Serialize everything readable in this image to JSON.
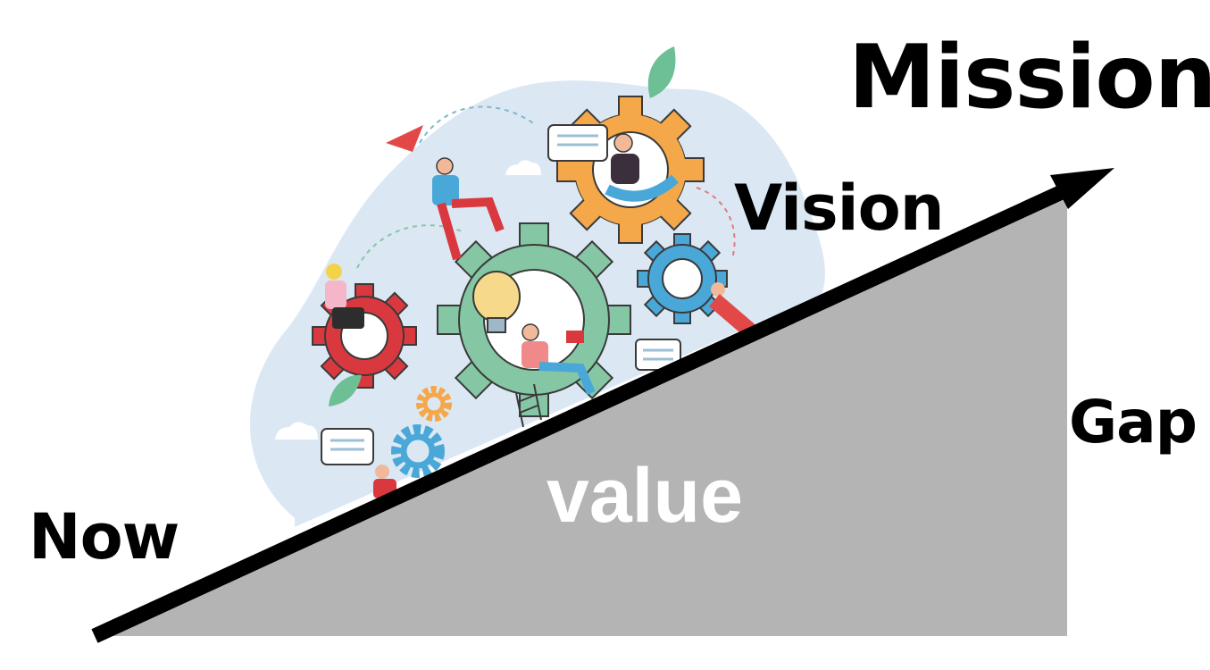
{
  "labels": {
    "mission": "Mission",
    "vision": "Vision",
    "gap": "Gap",
    "now": "Now",
    "value": "value"
  },
  "colors": {
    "slope": "#b4b4b4",
    "arrow": "#000000",
    "blob": "#dbe8f4",
    "gear_green": "#85c7a4",
    "gear_orange": "#f4a84a",
    "gear_red": "#d9393e",
    "gear_blue": "#4aa8d8",
    "leaf": "#6dbf95"
  },
  "illustration": {
    "theme": "team-with-gears",
    "icons": [
      "gear-icon",
      "lightbulb-icon",
      "paper-plane-icon",
      "chat-bubble-icon",
      "cloud-icon",
      "ladder-icon",
      "leaf-icon",
      "person-icon"
    ]
  }
}
